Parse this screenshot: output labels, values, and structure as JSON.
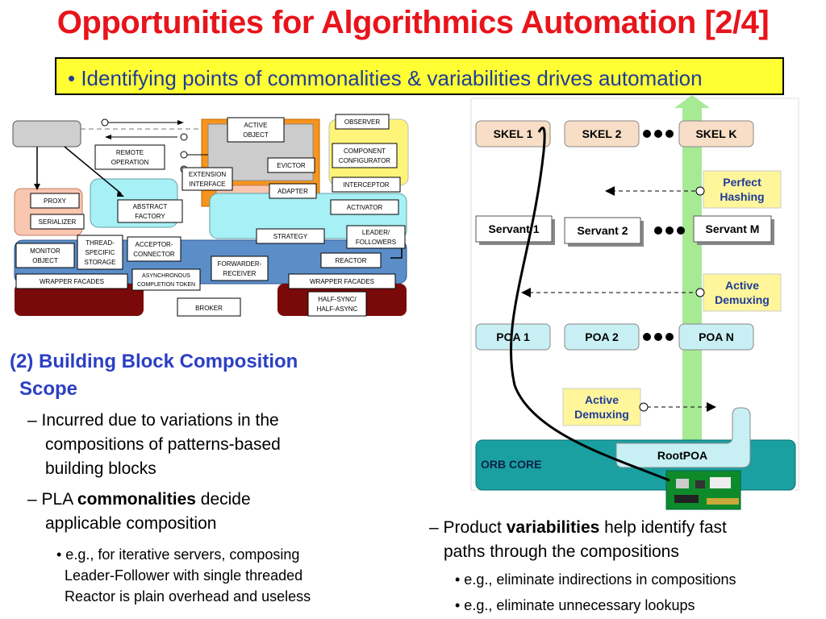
{
  "title": "Opportunities for Algorithmics Automation [2/4]",
  "banner": "Identifying points of commonalities & variabilities drives automation",
  "pattern_diagram": {
    "boxes": {
      "active_object": [
        "ACTIVE",
        "OBJECT"
      ],
      "observer": "OBSERVER",
      "remote_operation": [
        "REMOTE",
        "OPERATION"
      ],
      "component_configurator": [
        "COMPONENT",
        "CONFIGURATOR"
      ],
      "extension_interface": [
        "EXTENSION",
        "INTERFACE"
      ],
      "evictor": "EVICTOR",
      "adapter": "ADAPTER",
      "interceptor": "INTERCEPTOR",
      "proxy": "PROXY",
      "abstract_factory": [
        "ABSTRACT",
        "FACTORY"
      ],
      "activator": "ACTIVATOR",
      "serializer": "SERIALIZER",
      "strategy": "STRATEGY",
      "leader_followers": [
        "LEADER/",
        "FOLLOWERS"
      ],
      "monitor_object": [
        "MONITOR",
        "OBJECT"
      ],
      "thread_specific_storage": [
        "THREAD-",
        "SPECIFIC",
        "STORAGE"
      ],
      "acceptor_connector": [
        "ACCEPTOR-",
        "CONNECTOR"
      ],
      "reactor": "REACTOR",
      "forwarder_receiver": [
        "FORWARDER-",
        "RECEIVER"
      ],
      "asynchronous_completion_token": [
        "ASYNCHRONOUS",
        "COMPLETION TOKEN"
      ],
      "wrapper_facades_left": "WRAPPER FACADES",
      "wrapper_facades_right": "WRAPPER FACADES",
      "broker": "BROKER",
      "half_sync_half_async": [
        "HALF-SYNC/",
        "HALF-ASYNC"
      ]
    }
  },
  "orb_diagram": {
    "skels": [
      "SKEL 1",
      "SKEL 2",
      "SKEL K"
    ],
    "servants": [
      "Servant 1",
      "Servant 2",
      "Servant M"
    ],
    "poas": [
      "POA 1",
      "POA 2",
      "POA N"
    ],
    "perfect_hashing": [
      "Perfect",
      "Hashing"
    ],
    "active_demuxing_1": [
      "Active",
      "Demuxing"
    ],
    "active_demuxing_2": [
      "Active",
      "Demuxing"
    ],
    "orb_core": "ORB CORE",
    "root_poa": "RootPOA"
  },
  "left_text": {
    "heading_line1": "(2) Building Block Composition",
    "heading_line2": "Scope",
    "item1_line1": "– Incurred due to variations in the",
    "item1_line2": "compositions of patterns-based",
    "item1_line3": "building blocks",
    "item2_pre": "– PLA ",
    "item2_bold": "commonalities",
    "item2_post": " decide",
    "item2_line2": "applicable composition",
    "sub1_line1": "• e.g., for iterative servers, composing",
    "sub1_line2": "Leader-Follower with single threaded",
    "sub1_line3": "Reactor is plain overhead and useless"
  },
  "right_text": {
    "item_pre": "– Product ",
    "item_bold": "variabilities",
    "item_post": " help identify fast",
    "item_line2": "paths through the compositions",
    "sub1": "• e.g., eliminate indirections in compositions",
    "sub2": "• e.g., eliminate unnecessary lookups"
  },
  "colors": {
    "title": "#e8141b",
    "banner_bg": "#ffff33",
    "banner_text": "#1f3c99",
    "heading": "#2b3fc4",
    "skel_fill": "#f8dec6",
    "poa_fill": "#c8f0f4",
    "label_fill": "#fff59a",
    "orb_core": "#1aa0a0",
    "green_arrow": "#a6ea94"
  }
}
